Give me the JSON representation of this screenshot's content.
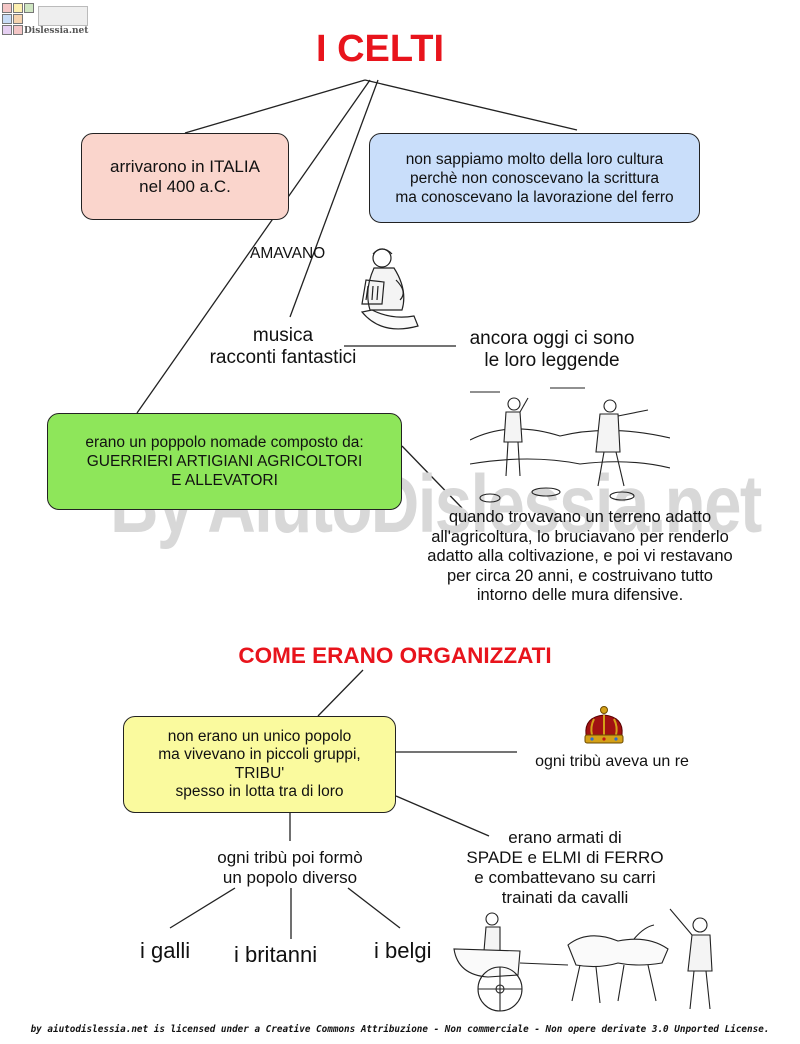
{
  "logo": {
    "text": "Dislessia.net"
  },
  "title": "I CELTI",
  "box_arrival": [
    "arrivarono in ITALIA",
    "nel 400 a.C."
  ],
  "box_culture": [
    "non sappiamo molto della loro cultura",
    "perchè non conoscevano la scrittura",
    "ma conoscevano la lavorazione del ferro"
  ],
  "amavano": "AMAVANO",
  "music": [
    "musica",
    "racconti fantastici"
  ],
  "legends": [
    "ancora oggi ci sono",
    "le loro leggende"
  ],
  "box_nomad": [
    "erano un poppolo nomade composto da:",
    "GUERRIERI ARTIGIANI AGRICOLTORI",
    "E ALLEVATORI"
  ],
  "terrain": [
    "quando trovavano un terreno adatto",
    "all'agricoltura, lo bruciavano per renderlo",
    "adatto alla coltivazione, e poi vi restavano",
    "per circa 20 anni, e costruivano tutto",
    "intorno delle mura difensive."
  ],
  "watermark": "By AiutoDislessia.net",
  "subtitle": "COME ERANO ORGANIZZATI",
  "box_tribes": [
    "non erano un unico popolo",
    "ma vivevano in piccoli gruppi,",
    "TRIBU'",
    "spesso in lotta tra di loro"
  ],
  "king": "ogni tribù aveva un re",
  "armed": [
    "erano armati di",
    "SPADE e ELMI di FERRO",
    "e combattevano su carri",
    "trainati da cavalli"
  ],
  "people": [
    "ogni tribù poi formò",
    "un popolo diverso"
  ],
  "peoples": [
    "i galli",
    "i britanni",
    "i belgi"
  ],
  "footer": "by aiutodislessia.net is licensed under a Creative Commons Attribuzione - Non commerciale - Non opere derivate 3.0 Unported License.",
  "colors": {
    "title": "#e8141c",
    "box_arrival": "#fad5cc",
    "box_culture": "#c9defa",
    "box_nomad": "#8ee65a",
    "box_tribes": "#fafa9e"
  }
}
